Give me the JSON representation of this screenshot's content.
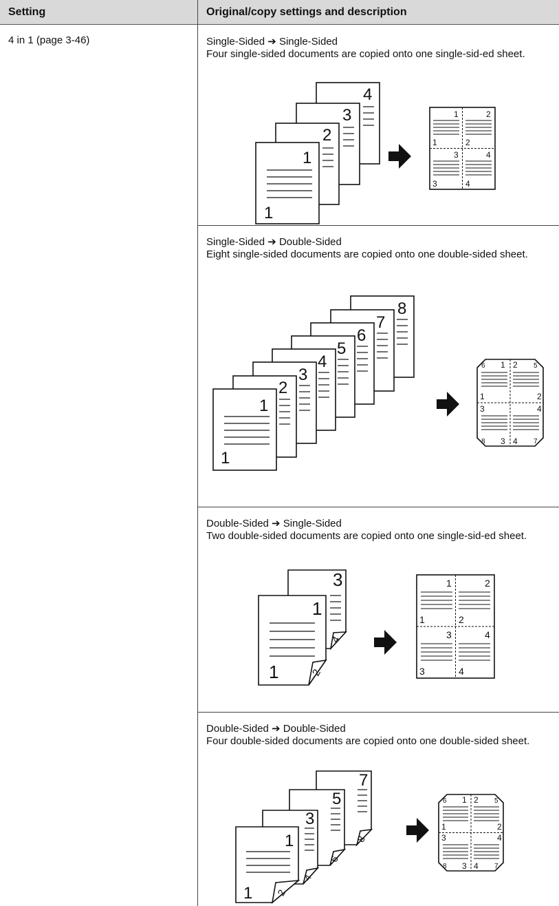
{
  "header": {
    "setting": "Setting",
    "description": "Original/copy settings and description"
  },
  "row": {
    "setting": "4 in 1 (page 3-46)"
  },
  "cases": [
    {
      "mode": "Single-Sided ➔ Single-Sided",
      "description": "Four single-sided documents are copied onto one single-sid-ed sheet."
    },
    {
      "mode": "Single-Sided ➔ Double-Sided",
      "description": "Eight single-sided documents are copied onto one double-sided sheet."
    },
    {
      "mode": "Double-Sided ➔ Single-Sided",
      "description": "Two double-sided documents are copied onto one single-sid-ed sheet."
    },
    {
      "mode": "Double-Sided ➔ Double-Sided",
      "description": "Four double-sided documents are copied onto one double-sided sheet."
    }
  ],
  "page_numbers": [
    "1",
    "2",
    "3",
    "4",
    "5",
    "6",
    "7",
    "8"
  ]
}
